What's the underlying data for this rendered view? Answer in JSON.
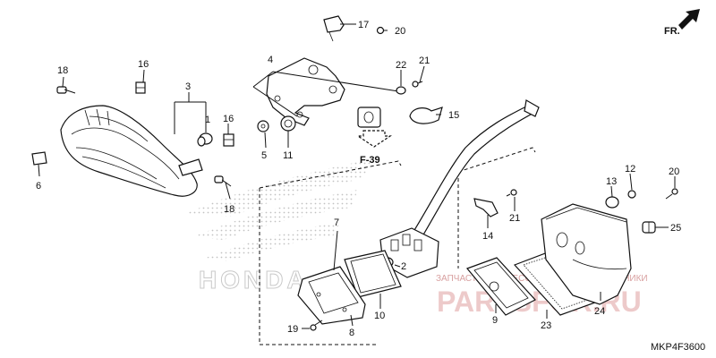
{
  "diagram_code": "MKP4F3600",
  "orientation_label": "FR.",
  "reference_label": "F-39",
  "watermark": {
    "brand": "HONDA",
    "ru_text": "ЗАПЧАСТИ И АКСЕССУАРЫ ДЛЯ МОТОТЕХНИКИ",
    "site": "PARTSFOR.RU"
  },
  "callouts": [
    "1",
    "2",
    "3",
    "4",
    "5",
    "6",
    "7",
    "8",
    "9",
    "10",
    "11",
    "12",
    "13",
    "14",
    "15",
    "16",
    "16",
    "17",
    "18",
    "18",
    "19",
    "20",
    "20",
    "21",
    "21",
    "22",
    "23",
    "24",
    "25"
  ]
}
